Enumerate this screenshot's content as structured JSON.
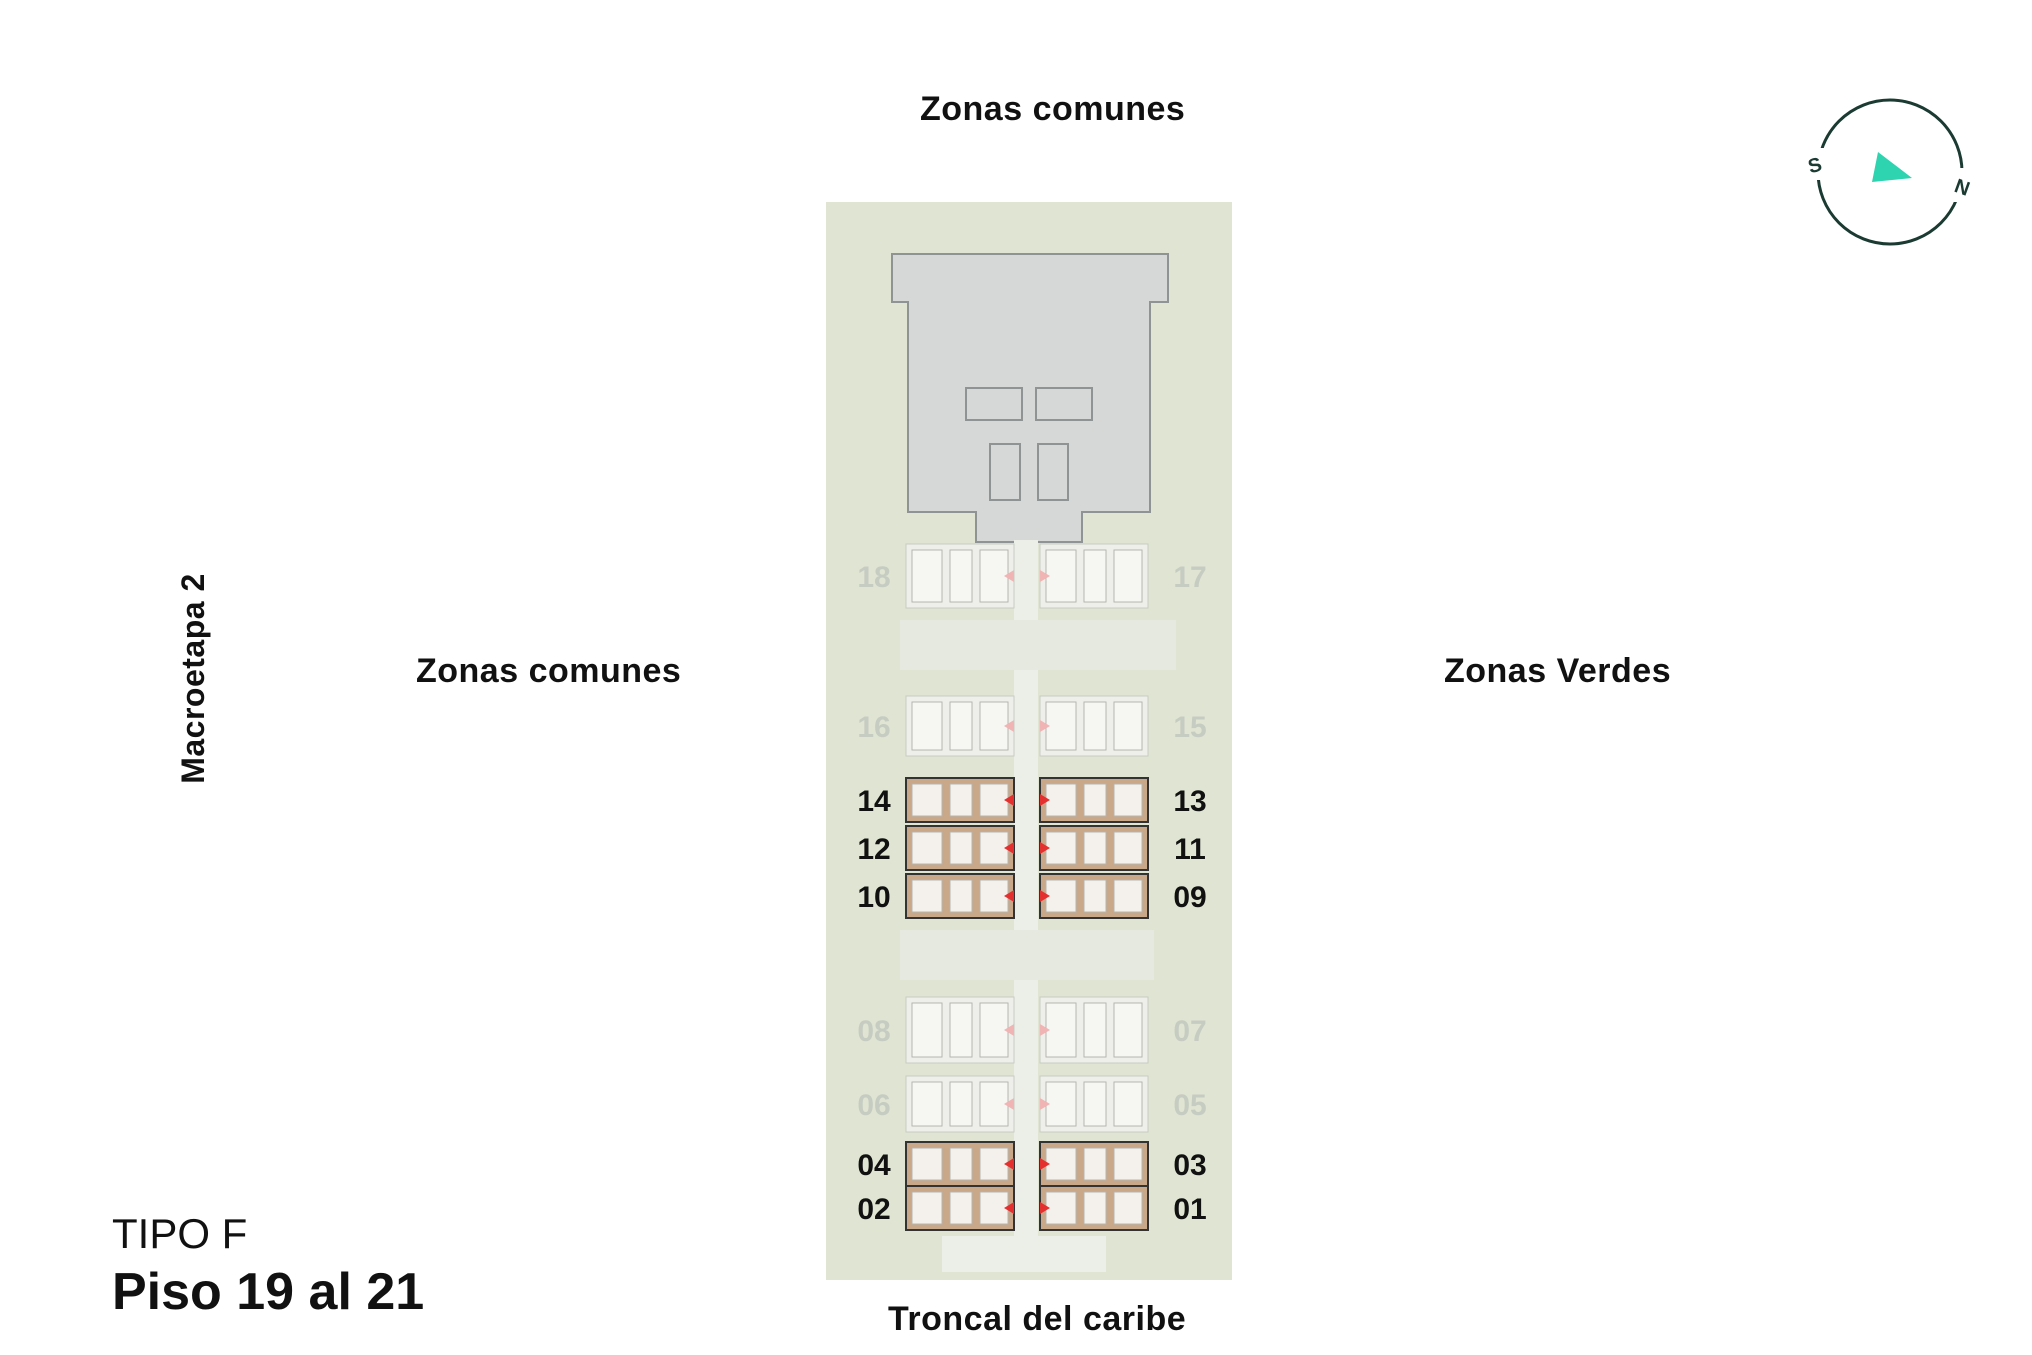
{
  "labels": {
    "top": "Zonas comunes",
    "left": "Zonas comunes",
    "right": "Zonas Verdes",
    "bottom": "Troncal del caribe",
    "macro": "Macroetapa 2",
    "type": "TIPO F",
    "floor": "Piso 19 al 21"
  },
  "compass": {
    "south": "S",
    "north": "N",
    "color": "#1a3a32",
    "arrow_color": "#2ed4b0"
  },
  "colors": {
    "site": "#dfe5d2",
    "building": "#d6d8d8",
    "highlight": "#c9a789",
    "arrow": "#e53030",
    "unit_faded": "#c7ccc2"
  },
  "units": {
    "left": [
      {
        "num": "18",
        "highlighted": false
      },
      {
        "num": "16",
        "highlighted": false
      },
      {
        "num": "14",
        "highlighted": true
      },
      {
        "num": "12",
        "highlighted": true
      },
      {
        "num": "10",
        "highlighted": true
      },
      {
        "num": "08",
        "highlighted": false
      },
      {
        "num": "06",
        "highlighted": false
      },
      {
        "num": "04",
        "highlighted": true
      },
      {
        "num": "02",
        "highlighted": true
      }
    ],
    "right": [
      {
        "num": "17",
        "highlighted": false
      },
      {
        "num": "15",
        "highlighted": false
      },
      {
        "num": "13",
        "highlighted": true
      },
      {
        "num": "11",
        "highlighted": true
      },
      {
        "num": "09",
        "highlighted": true
      },
      {
        "num": "07",
        "highlighted": false
      },
      {
        "num": "05",
        "highlighted": false
      },
      {
        "num": "03",
        "highlighted": true
      },
      {
        "num": "01",
        "highlighted": true
      }
    ]
  }
}
